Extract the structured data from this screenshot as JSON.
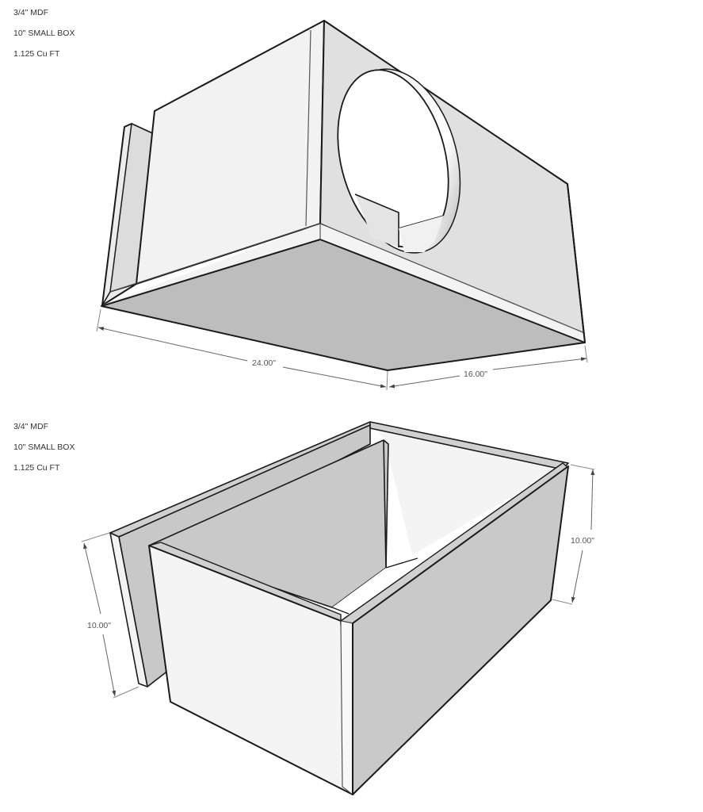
{
  "drawings": [
    {
      "name": "top-view-closed-box",
      "notes": [
        "3/4\" MDF",
        "10\"  SMALL  BOX",
        "1.125 Cu FT"
      ],
      "dimensions": {
        "width": "24.00\"",
        "depth": "16.00\""
      }
    },
    {
      "name": "bottom-view-open-box",
      "notes": [
        "3/4\" MDF",
        "10\"  SMALL  BOX",
        "1.125 Cu FT"
      ],
      "dimensions": {
        "height_left": "10.00\"",
        "height_right": "10.00\""
      }
    }
  ],
  "colors": {
    "line": "#1a1a1a",
    "dim_line": "#777777",
    "face_light": "#f3f3f3",
    "face_mid": "#dedede",
    "face_dark": "#bcbcbc",
    "face_shadow": "#c8c8c8",
    "background": "#ffffff"
  }
}
